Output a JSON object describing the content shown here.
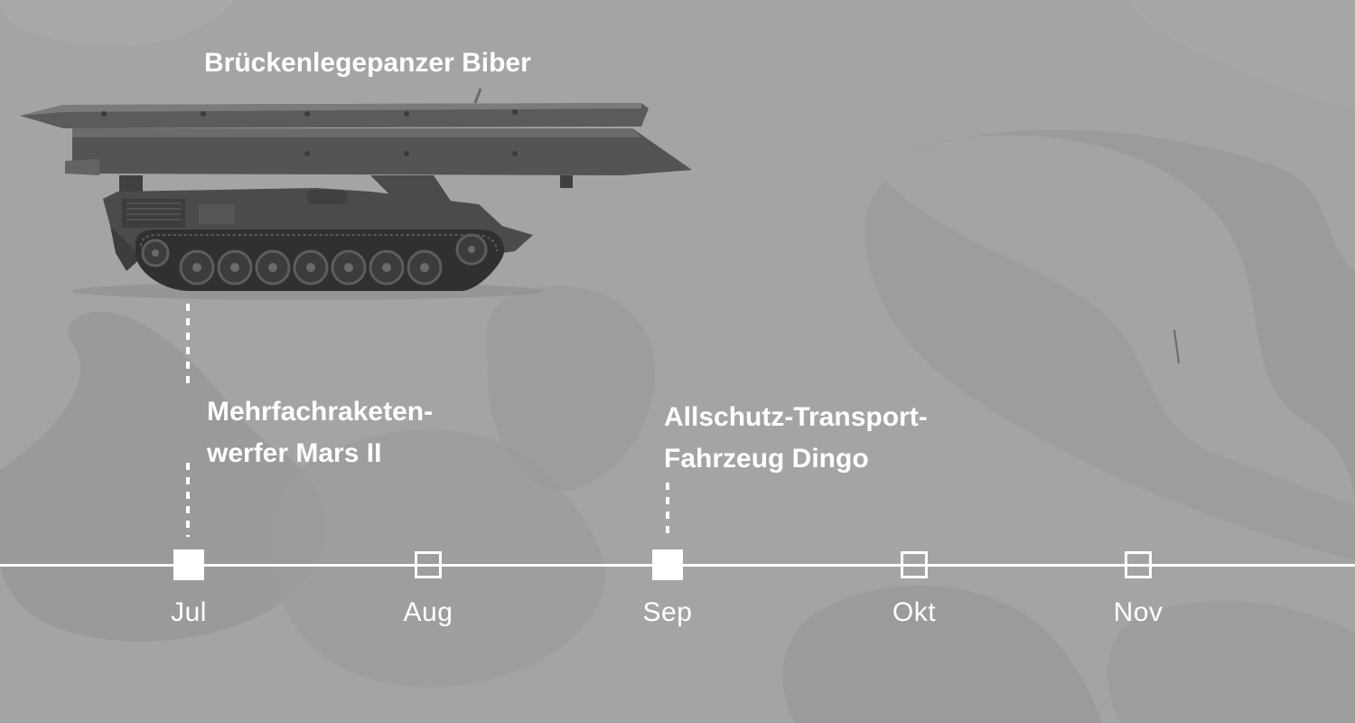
{
  "timeline": {
    "months": [
      "Jul",
      "Aug",
      "Sep",
      "Okt",
      "Nov"
    ],
    "filled": [
      true,
      false,
      true,
      false,
      false
    ]
  },
  "events": {
    "biber": {
      "line1": "Brückenlegepanzer Biber"
    },
    "mars": {
      "line1": "Mehrfachraketen-",
      "line2": "werfer Mars II"
    },
    "dingo": {
      "line1": "Allschutz-Transport-",
      "line2": "Fahrzeug Dingo"
    }
  },
  "colors": {
    "background": "#a2a4a3",
    "line": "#ffffff",
    "vehicle": "#4a4b4a"
  }
}
